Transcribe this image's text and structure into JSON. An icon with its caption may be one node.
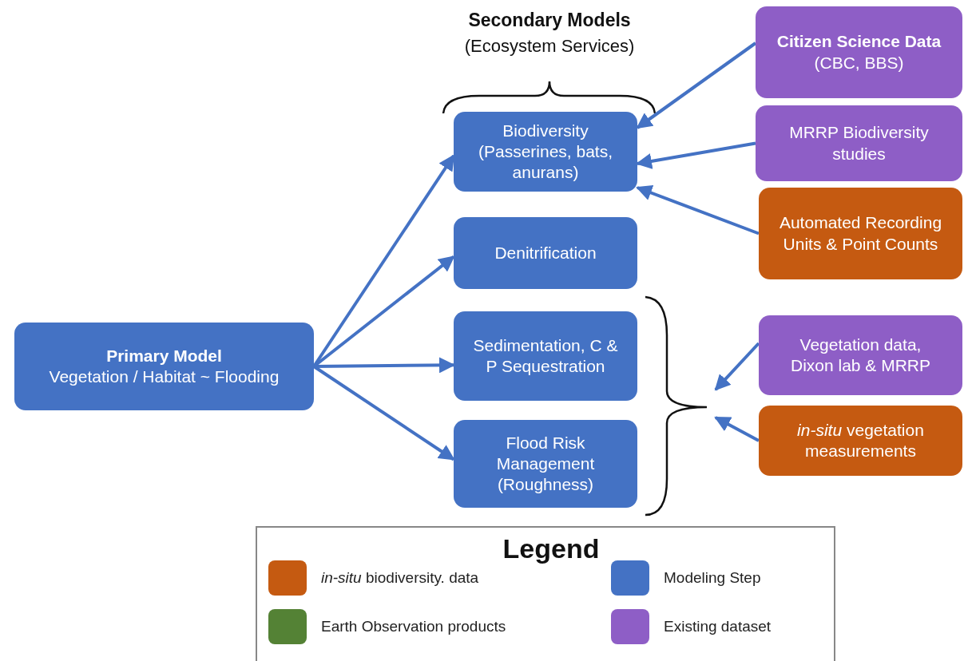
{
  "diagram": {
    "nodes": [
      {
        "text": [
          "Primary Model",
          "Vegetation / Habitat ~ Flooding"
        ]
      },
      {
        "text": [
          "Biodiversity (Passerines, bats, anurans)"
        ]
      },
      {
        "text": [
          "Denitrification"
        ]
      },
      {
        "text": [
          "Sedimentation, C & P Sequestration"
        ]
      },
      {
        "text": [
          "Flood Risk Management (Roughness)"
        ]
      },
      {
        "text": [
          "Citizen Science Data",
          "(CBC, BBS)"
        ]
      },
      {
        "text": [
          "MRRP Biodiversity studies"
        ]
      },
      {
        "text": [
          "Automated Recording Units & Point Counts"
        ]
      },
      {
        "text": [
          "Vegetation data, Dixon lab & MRRP"
        ]
      },
      {
        "text": [
          "*in-situ* vegetation measurements"
        ]
      },
      {
        "text": [],
        "shape": "brace"
      }
    ],
    "edges": [
      {
        "from": 0,
        "to": 1,
        "arrow": "to"
      },
      {
        "from": 0,
        "to": 2,
        "arrow": "to"
      },
      {
        "from": 0,
        "to": 3,
        "arrow": "to"
      },
      {
        "from": 0,
        "to": 4,
        "arrow": "to"
      },
      {
        "from": 5,
        "to": 1,
        "arrow": "to"
      },
      {
        "from": 6,
        "to": 1,
        "arrow": "to"
      },
      {
        "from": 7,
        "to": 1,
        "arrow": "to"
      },
      {
        "from": 8,
        "to": 10,
        "arrow": "to"
      },
      {
        "from": 9,
        "to": 10,
        "arrow": "to"
      }
    ],
    "labels": [
      "Secondary Models",
      "(Ecosystem Services)",
      "Legend"
    ],
    "legend": [
      {
        "text": "*in-situ* biodiversity. data",
        "color": "#c55a11"
      },
      {
        "text": "Modeling Step",
        "color": "#4472c4"
      },
      {
        "text": "Earth Observation products",
        "color": "#548235"
      },
      {
        "text": "Existing dataset",
        "color": "#8e5ec6"
      }
    ]
  }
}
